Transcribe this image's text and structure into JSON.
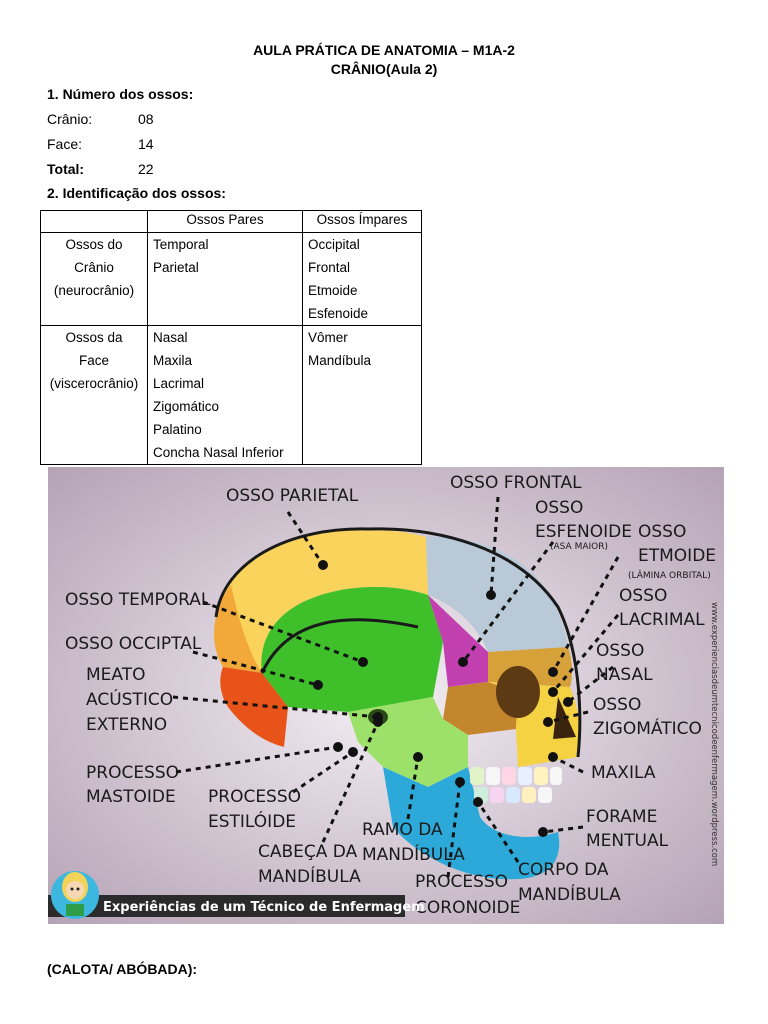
{
  "header": {
    "title_line1": "AULA PRÁTICA DE ANATOMIA – M1A-2",
    "title_line2": "CRÂNIO(Aula 2)"
  },
  "section1": {
    "heading": "1. Número dos ossos:",
    "rows": [
      {
        "label": "Crânio:",
        "value": "08"
      },
      {
        "label": "Face:",
        "value": "14"
      },
      {
        "label": "Total:",
        "value": "22"
      }
    ]
  },
  "section2": {
    "heading": "2. Identificação dos ossos:",
    "table": {
      "headers": [
        "",
        "Ossos Pares",
        "Ossos Ímpares"
      ],
      "rows": [
        {
          "group": [
            "Ossos do",
            "Crânio",
            "(neurocrânio)"
          ],
          "pares": [
            "Temporal",
            "Parietal"
          ],
          "impares": [
            "Occipital",
            "Frontal",
            "Etmoide",
            "Esfenoide"
          ]
        },
        {
          "group": [
            "Ossos da",
            "Face",
            "(viscerocrânio)"
          ],
          "pares": [
            "Nasal",
            "Maxila",
            "Lacrimal",
            "Zigomático",
            "Palatino",
            "Concha Nasal Inferior"
          ],
          "impares": [
            "Vômer",
            "Mandíbula"
          ]
        }
      ]
    }
  },
  "figure": {
    "labels": {
      "parietal": "OSSO PARIETAL",
      "frontal": "OSSO FRONTAL",
      "esfenoide1": "OSSO",
      "esfenoide2": "ESFENOIDE",
      "asa_maior": "(ASA MAIOR)",
      "etmoide1": "OSSO",
      "etmoide2": "ETMOIDE",
      "lamina": "(LÂMINA ORBITAL)",
      "temporal": "OSSO TEMPORAL",
      "occipital": "OSSO OCCIPTAL",
      "lacrimal1": "OSSO",
      "lacrimal2": "LACRIMAL",
      "meato1": "MEATO",
      "meato2": "ACÚSTICO",
      "meato3": "EXTERNO",
      "nasal1": "OSSO",
      "nasal2": "NASAL",
      "zigomatico1": "OSSO",
      "zigomatico2": "ZIGOMÁTICO",
      "mastoide1": "PROCESSO",
      "mastoide2": "MASTOIDE",
      "maxila": "MAXILA",
      "estiloide1": "PROCESSO",
      "estiloide2": "ESTILÓIDE",
      "forame1": "FORAME",
      "forame2": "MENTUAL",
      "ramo1": "RAMO DA",
      "ramo2": "MANDÍBULA",
      "cabeca1": "CABEÇA DA",
      "cabeca2": "MANDÍBULA",
      "corpo1": "CORPO DA",
      "corpo2": "MANDÍBULA",
      "coronoide1": "PROCESSO",
      "coronoide2": "CORONOIDE"
    },
    "watermark": "www.experienciasdeumtecnicodeenfermagem.wordpress.com",
    "banner": "Experiências de um Técnico de Enfermagem"
  },
  "footer": {
    "text": "(CALOTA/ ABÓBADA):"
  }
}
